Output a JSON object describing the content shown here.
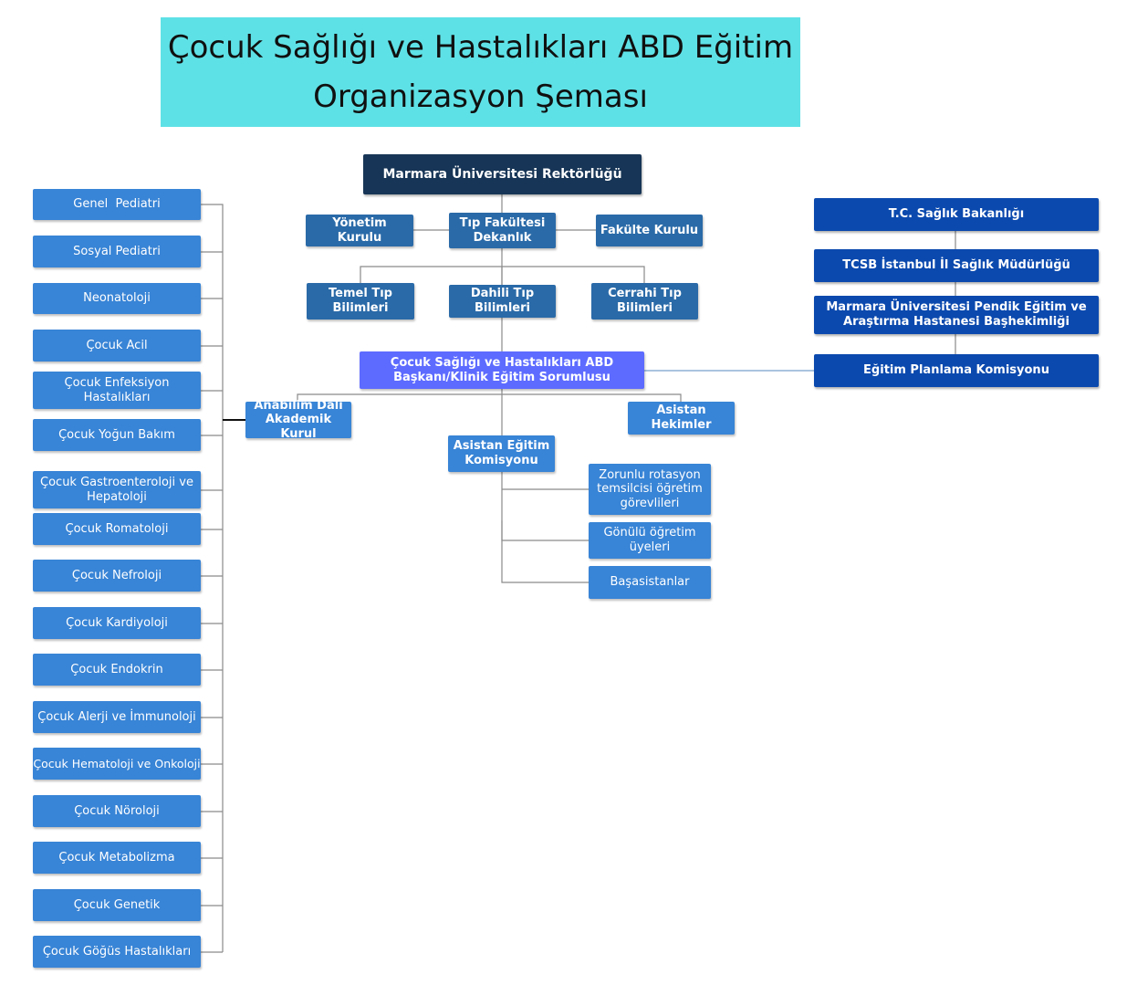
{
  "title": {
    "line1": "Çocuk Sağlığı ve Hastalıkları ABD Eğitim",
    "line2": "Organizasyon Şeması"
  },
  "nodes": {
    "rektorluk": "Marmara Üniversitesi Rektörlüğü",
    "yonetim_kurulu": "Yönetim Kurulu",
    "dekanlik": "Tıp Fakültesi Dekanlık",
    "fakulte_kurulu": "Fakülte Kurulu",
    "temel_tip": "Temel Tıp Bilimleri",
    "dahili_tip": "Dahili Tıp Bilimleri",
    "cerrahi_tip": "Cerrahi Tıp Bilimleri",
    "abd_baskani": "Çocuk Sağlığı ve Hastalıkları ABD Başkanı/Klinik Eğitim Sorumlusu",
    "akademik_kurul": "Anabilim Dalı Akademik Kurul",
    "asistan_hekimler": "Asistan Hekimler",
    "asistan_egitim_komisyonu": "Asistan Eğitim Komisyonu",
    "zorunlu_rotasyon": "Zorunlu rotasyon temsilcisi öğretim görevlileri",
    "gonullu_ogretim": "Gönülü öğretim üyeleri",
    "basasistanlar": "Başasistanlar",
    "saglik_bakanligi": "T.C. Sağlık Bakanlığı",
    "il_saglik": "TCSB İstanbul İl Sağlık Müdürlüğü",
    "pendik_hastanesi": "Marmara Üniversitesi Pendik Eğitim ve Araştırma Hastanesi Başhekimliği",
    "egitim_planlama": "Eğitim Planlama Komisyonu"
  },
  "departments": [
    "Genel  Pediatri",
    "Sosyal Pediatri",
    "Neonatoloji",
    "Çocuk Acil",
    "Çocuk Enfeksiyon Hastalıkları",
    "Çocuk Yoğun Bakım",
    "Çocuk Gastroenteroloji ve Hepatoloji",
    "Çocuk Romatoloji",
    "Çocuk Nefroloji",
    "Çocuk Kardiyoloji",
    "Çocuk Endokrin",
    "Çocuk Alerji ve İmmunoloji",
    "Çocuk Hematoloji ve Onkoloji",
    "Çocuk Nöroloji",
    "Çocuk Metabolizma",
    "Çocuk Genetik",
    "Çocuk Göğüs Hastalıkları"
  ],
  "colors": {
    "title_bg": "#5ee1e6",
    "top_box": "#173556",
    "mid_box": "#2a6aa8",
    "dept_box": "#3884d6",
    "head_box": "#5d6bff",
    "right_box": "#0b49ae"
  }
}
